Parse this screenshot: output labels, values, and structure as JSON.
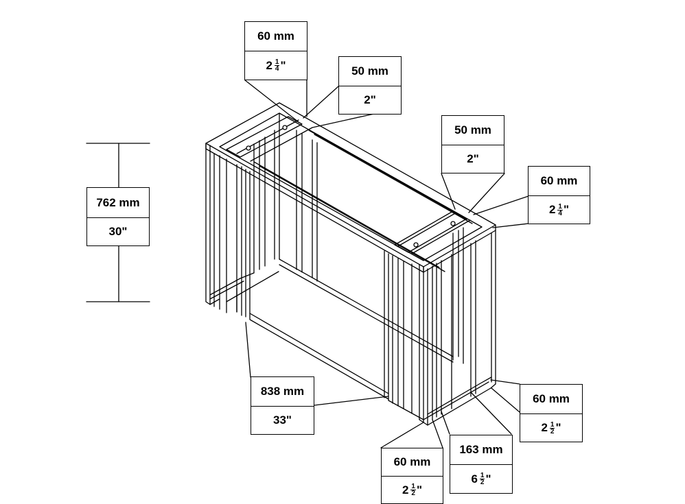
{
  "diagram": {
    "labels": {
      "top_leg_width": {
        "metric": "60 mm",
        "imperial": {
          "whole": "2",
          "num": "1",
          "den": "4",
          "suffix": "\""
        }
      },
      "top_rail_left": {
        "metric": "50 mm",
        "imperial": {
          "whole": "",
          "num": "",
          "den": "",
          "suffix": "2\""
        }
      },
      "top_rail_right": {
        "metric": "50 mm",
        "imperial": {
          "whole": "",
          "num": "",
          "den": "",
          "suffix": "2\""
        }
      },
      "right_leg_width": {
        "metric": "60 mm",
        "imperial": {
          "whole": "2",
          "num": "1",
          "den": "4",
          "suffix": "\""
        }
      },
      "height": {
        "metric": "762 mm",
        "imperial": {
          "whole": "",
          "num": "",
          "den": "",
          "suffix": "30\""
        }
      },
      "length": {
        "metric": "838 mm",
        "imperial": {
          "whole": "",
          "num": "",
          "den": "",
          "suffix": "33\""
        }
      },
      "bottom_leg_a": {
        "metric": "60 mm",
        "imperial": {
          "whole": "2",
          "num": "1",
          "den": "2",
          "suffix": "\""
        }
      },
      "bottom_leg_b": {
        "metric": "60 mm",
        "imperial": {
          "whole": "2",
          "num": "1",
          "den": "2",
          "suffix": "\""
        }
      },
      "depth": {
        "metric": "163 mm",
        "imperial": {
          "whole": "6",
          "num": "1",
          "den": "2",
          "suffix": "\""
        }
      }
    }
  }
}
